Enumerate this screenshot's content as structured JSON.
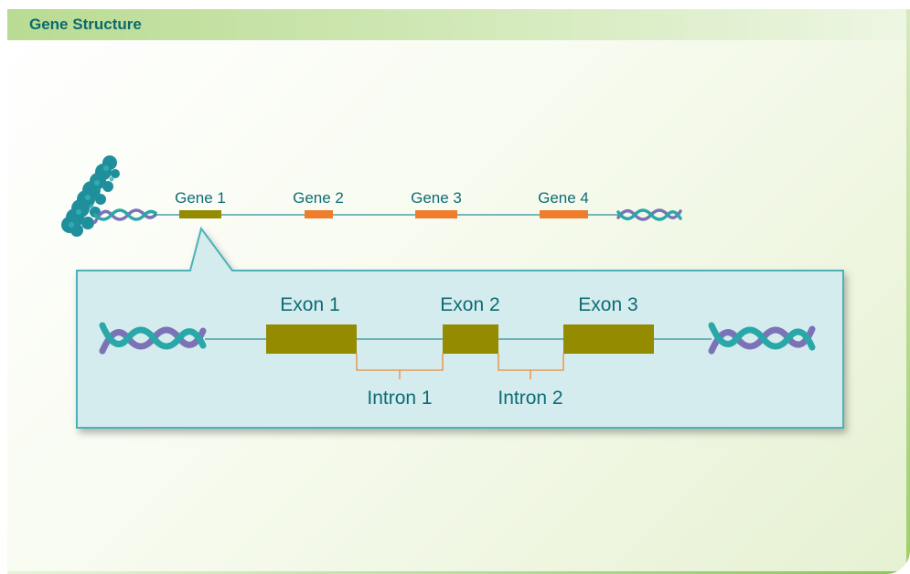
{
  "header": {
    "title": "Gene Structure"
  },
  "chromosome": {
    "genes": [
      "Gene 1",
      "Gene 2",
      "Gene 3",
      "Gene 4"
    ]
  },
  "detail": {
    "exons": [
      "Exon 1",
      "Exon 2",
      "Exon 3"
    ],
    "introns": [
      "Intron 1",
      "Intron 2"
    ]
  },
  "colors": {
    "selected_gene": "#958b00",
    "other_gene": "#ef7d2c",
    "exon": "#958b00",
    "intron_bracket": "#ef8a3a",
    "detail_box_fill": "#d4eced",
    "detail_box_border": "#4db1b9",
    "helix_teal": "#2aa7a8",
    "helix_purple": "#7b72b8",
    "label_text": "#0d6c76"
  }
}
